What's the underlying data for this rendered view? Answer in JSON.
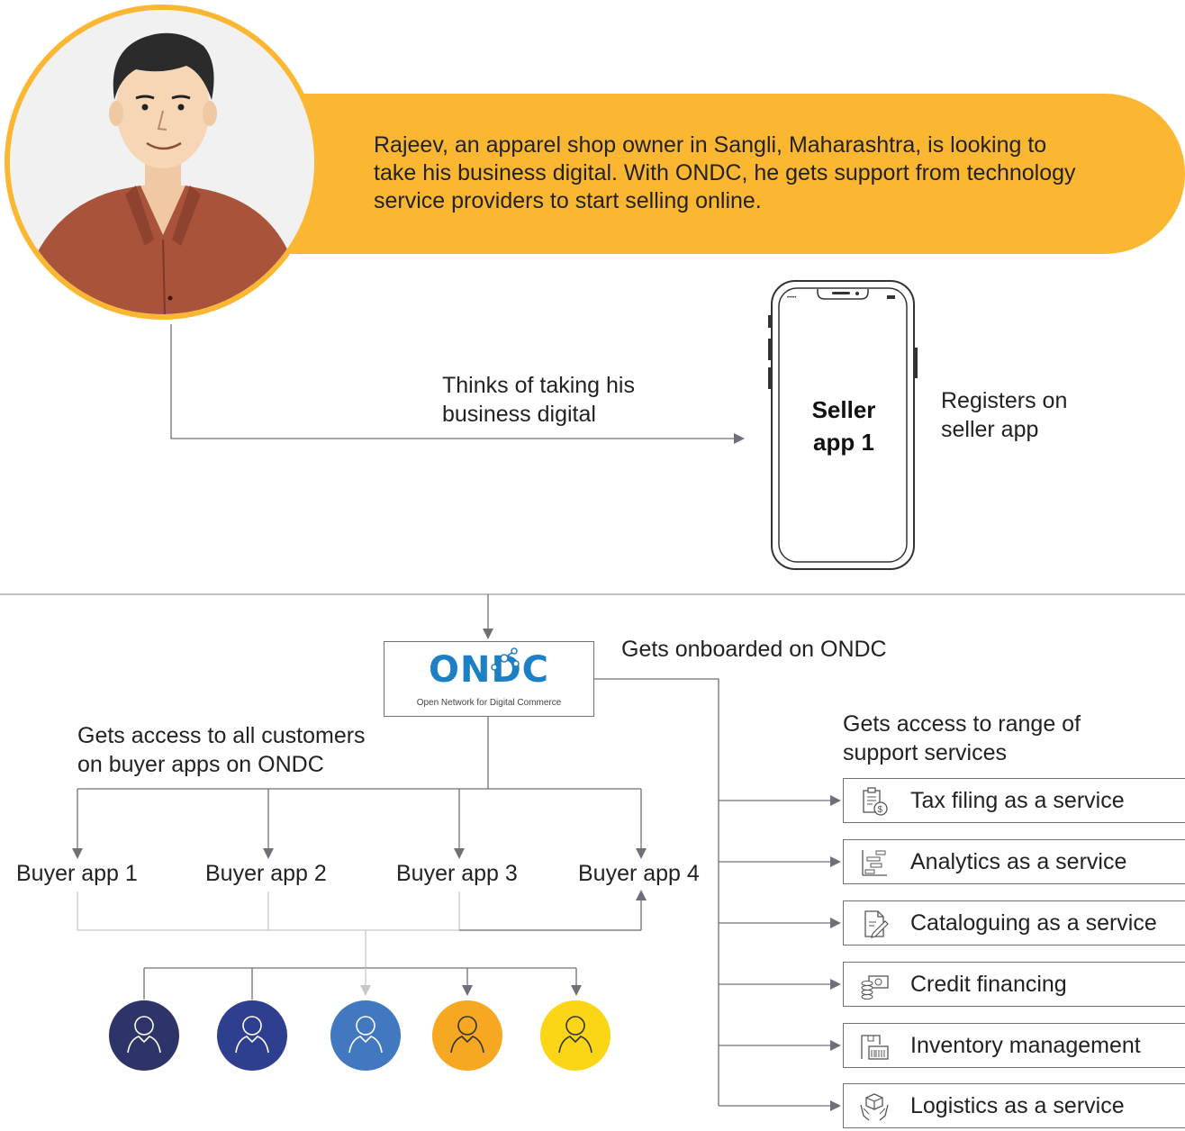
{
  "story": {
    "intro": "Rajeev, an apparel shop owner in Sangli, Maharashtra, is looking to take his business digital. With ONDC, he gets support from technology service providers to start selling online."
  },
  "steps": {
    "think_line1": "Thinks of taking his",
    "think_line2": "business digital",
    "register_line1": "Registers on",
    "register_line2": "seller app",
    "onboard": "Gets onboarded on ONDC",
    "access_line1": "Gets access to all customers",
    "access_line2": "on buyer apps on ONDC",
    "services_line1": "Gets access to range of",
    "services_line2": "support services"
  },
  "phone": {
    "line1": "Seller",
    "line2": "app 1"
  },
  "ondc": {
    "logo_text": "ONDC",
    "tagline": "Open Network for Digital Commerce"
  },
  "buyer_apps": [
    "Buyer app 1",
    "Buyer app 2",
    "Buyer app 3",
    "Buyer app 4"
  ],
  "services": [
    {
      "label": "Tax filing as a service",
      "icon": "tax-document-icon"
    },
    {
      "label": "Analytics as a service",
      "icon": "analytics-chart-icon"
    },
    {
      "label": "Cataloguing as a service",
      "icon": "catalogue-edit-icon"
    },
    {
      "label": "Credit financing",
      "icon": "money-coins-icon"
    },
    {
      "label": "Inventory management",
      "icon": "inventory-box-icon"
    },
    {
      "label": "Logistics as a service",
      "icon": "logistics-hands-icon"
    }
  ],
  "colors": {
    "accent_yellow": "#fbb732",
    "customer_1": "#2f3468",
    "customer_2": "#2e3f8f",
    "customer_3": "#4178c0",
    "customer_4": "#f7a823",
    "customer_5": "#fcd516",
    "ondc_blue": "#1d7fc4"
  }
}
